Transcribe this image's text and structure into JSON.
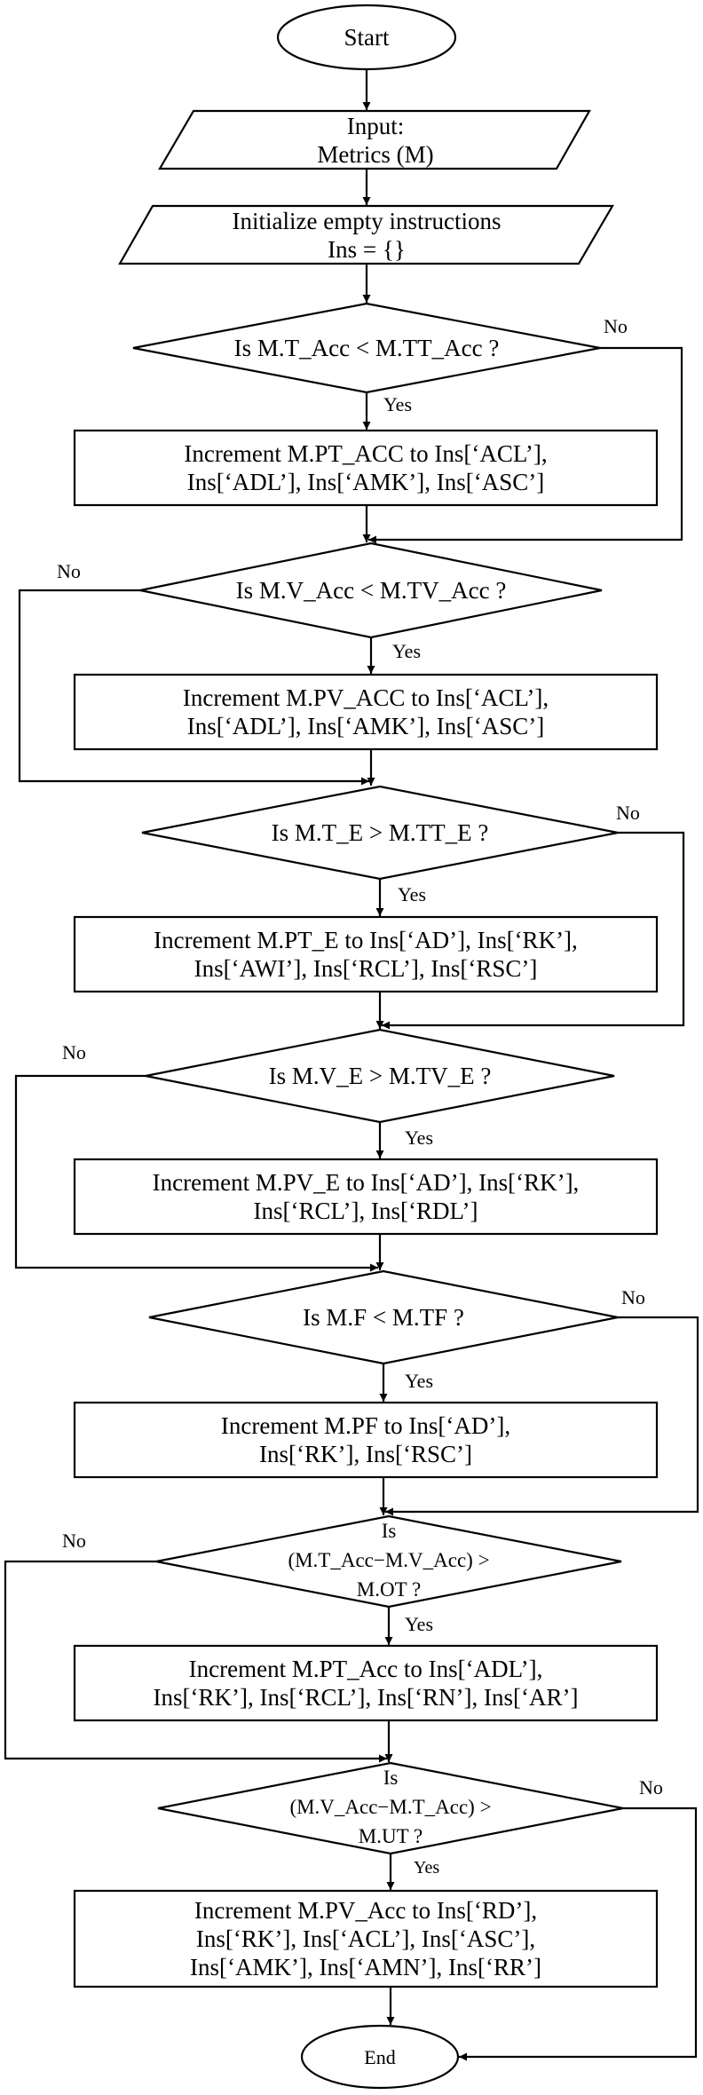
{
  "start": {
    "text": "Start"
  },
  "input": {
    "line1": "Input:",
    "line2": "Metrics (M)"
  },
  "init": {
    "line1": "Initialize empty instructions",
    "line2": "Ins = {}"
  },
  "decisions": [
    {
      "lines": [
        "Is M.T_Acc < M.TT_Acc ?"
      ]
    },
    {
      "lines": [
        "Is M.V_Acc < M.TV_Acc ?"
      ]
    },
    {
      "lines": [
        "Is M.T_E > M.TT_E ?"
      ]
    },
    {
      "lines": [
        "Is M.V_E > M.TV_E ?"
      ]
    },
    {
      "lines": [
        "Is M.F < M.TF ?"
      ]
    },
    {
      "lines": [
        "Is",
        "(M.T_Acc−M.V_Acc) >",
        "M.OT ?"
      ]
    },
    {
      "lines": [
        "Is",
        "(M.V_Acc−M.T_Acc) >",
        "M.UT ?"
      ]
    }
  ],
  "processes": [
    {
      "lines": [
        "Increment M.PT_ACC to Ins[‘ACL’],",
        "Ins[‘ADL’],  Ins[‘AMK’], Ins[‘ASC’]"
      ]
    },
    {
      "lines": [
        "Increment M.PV_ACC to Ins[‘ACL’],",
        "Ins[‘ADL’],  Ins[‘AMK’], Ins[‘ASC’]"
      ]
    },
    {
      "lines": [
        "Increment M.PT_E to Ins[‘AD’], Ins[‘RK’],",
        "Ins[‘AWI’],  Ins[‘RCL’], Ins[‘RSC’]"
      ]
    },
    {
      "lines": [
        "Increment M.PV_E to Ins[‘AD’], Ins[‘RK’],",
        "Ins[‘RCL’], Ins[‘RDL’]"
      ]
    },
    {
      "lines": [
        "Increment M.PF to Ins[‘AD’],",
        "Ins[‘RK’], Ins[‘RSC’]"
      ]
    },
    {
      "lines": [
        "Increment M.PT_Acc to Ins[‘ADL’],",
        "Ins[‘RK’], Ins[‘RCL’], Ins[‘RN’], Ins[‘AR’]"
      ]
    },
    {
      "lines": [
        "Increment M.PV_Acc to Ins[‘RD’],",
        "Ins[‘RK’], Ins[‘ACL’], Ins[‘ASC’],",
        "Ins[‘AMK’], Ins[‘AMN’], Ins[‘RR’]"
      ]
    }
  ],
  "edge_labels": {
    "yes": "Yes",
    "no": "No"
  },
  "end": {
    "text": "End"
  }
}
